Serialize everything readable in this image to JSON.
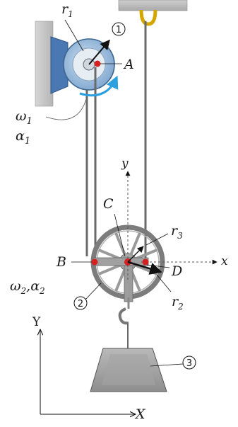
{
  "labels": {
    "r1": "r",
    "r1_sub": "1",
    "point_A": "A",
    "omega1": "ω",
    "omega1_sub": "1",
    "alpha1": "α",
    "alpha1_sub": "1",
    "axis_y_local": "y",
    "point_C": "C",
    "r3": "r",
    "r3_sub": "3",
    "point_B": "B",
    "axis_x_local": "x",
    "point_D": "D",
    "omega2": "ω",
    "omega2_sub": "2",
    "comma": ",",
    "alpha2": "α",
    "alpha2_sub": "2",
    "r2": "r",
    "r2_sub": "2",
    "axis_Y_global": "Y",
    "axis_X_global": "X"
  },
  "markers": {
    "body1": "1",
    "body2": "2",
    "body3": "3"
  },
  "colors": {
    "mount_blue": "#4a78b3",
    "disk_outer": "#8eb3d9",
    "disk_inner": "#e6edf3",
    "spin_arrow": "#2aa0e0",
    "point_red": "#d42020",
    "rope": "#6a6a6a",
    "pulley_metal": "#8a8a8a",
    "ceiling": "#bdbdbd"
  }
}
